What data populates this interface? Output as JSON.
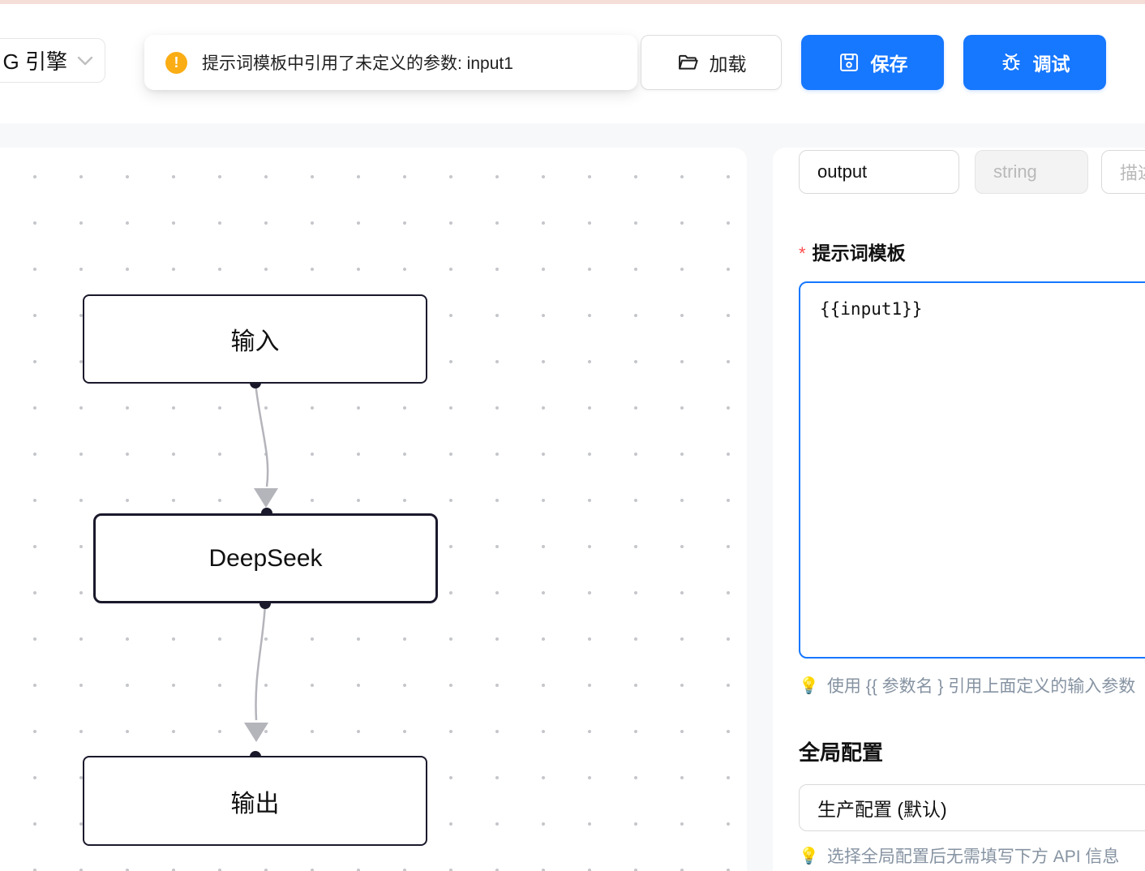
{
  "colors": {
    "primary": "#1677ff",
    "warning": "#faad14",
    "required": "#ff4d4f",
    "node_border": "#1a192b",
    "edge": "#b4b4bb",
    "hint": "#8693a2"
  },
  "icons": {
    "warning_glyph": "!",
    "bulb": "💡"
  },
  "header": {
    "engine_selector_label": "G 引擎",
    "toast_text": "提示词模板中引用了未定义的参数: input1",
    "load_label": "加载",
    "save_label": "保存",
    "debug_label": "调试"
  },
  "canvas": {
    "nodes": [
      {
        "label": "输入"
      },
      {
        "label": "DeepSeek"
      },
      {
        "label": "输出"
      }
    ]
  },
  "panel": {
    "param_name_value": "output",
    "param_type_value": "string",
    "param_desc_placeholder": "描述",
    "prompt_required": "*",
    "prompt_label": "提示词模板",
    "prompt_value": "{{input1}}",
    "prompt_hint": "使用 {{ 参数名 } 引用上面定义的输入参数",
    "global_title": "全局配置",
    "global_value": "生产配置 (默认)",
    "global_hint": "选择全局配置后无需填写下方 API 信息"
  }
}
